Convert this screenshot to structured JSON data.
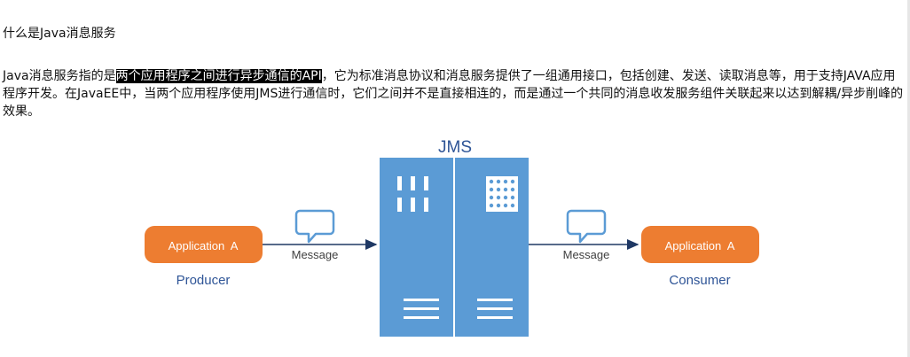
{
  "heading": "什么是Java消息服务",
  "paragraph": {
    "before": "Java消息服务指的是",
    "highlight": "两个应用程序之间进行异步通信的API",
    "after": "，它为标准消息协议和消息服务提供了一组通用接口，包括创建、发送、读取消息等，用于支持JAVA应用程序开发。在JavaEE中，当两个应用程序使用JMS进行通信时，它们之间并不是直接相连的，而是通过一个共同的消息收发服务组件关联起来以达到解耦/异步削峰的效果。"
  },
  "diagram": {
    "server_label": "JMS",
    "producer": {
      "app_label": "Application  A",
      "role": "Producer"
    },
    "consumer": {
      "app_label": "Application  A",
      "role": "Consumer"
    },
    "message_left": "Message",
    "message_right": "Message",
    "colors": {
      "orange": "#ed7d31",
      "blue": "#5b9bd5",
      "arrow": "#1f3864",
      "text": "#2f5597"
    }
  }
}
